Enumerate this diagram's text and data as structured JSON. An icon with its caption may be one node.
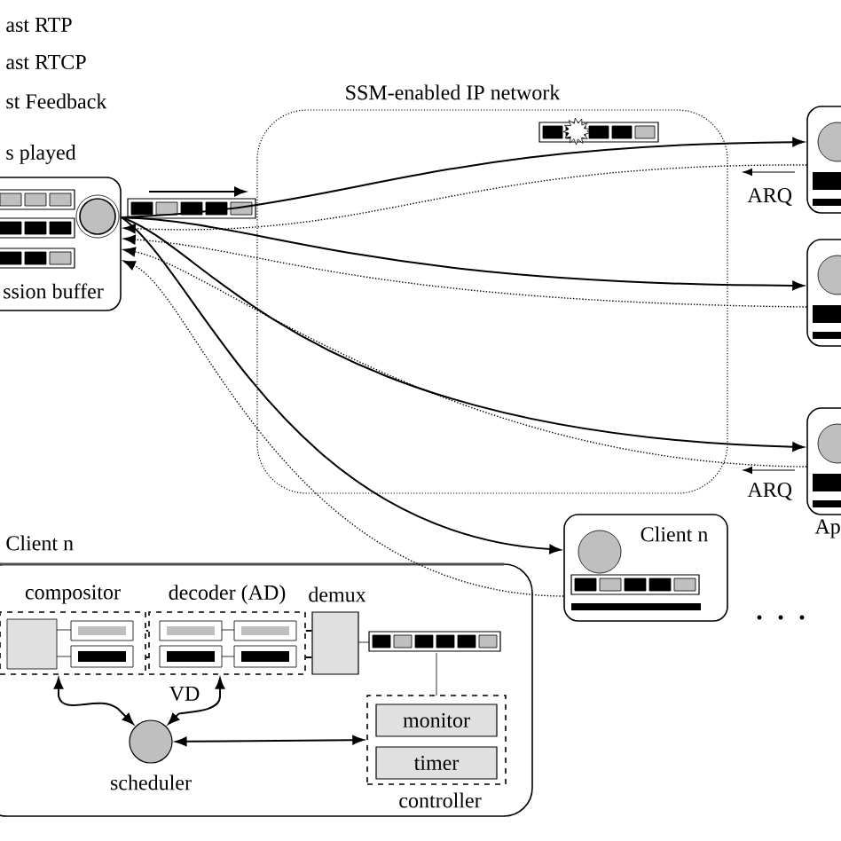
{
  "diagram": {
    "nodes": [
      {
        "text": [
          "ssion buffer"
        ]
      },
      {
        "text": [],
        "shape": "box"
      },
      {
        "text": [],
        "shape": "box"
      },
      {
        "text": [],
        "shape": "box",
        "beside": [
          "Ap"
        ]
      },
      {
        "text": [
          "Client n"
        ]
      },
      {
        "text": [
          "Client n"
        ]
      },
      {
        "text": [
          "compositor"
        ],
        "in": 5
      },
      {
        "text": [
          "decoder (AD)"
        ],
        "in": 5,
        "beside": [
          "VD"
        ]
      },
      {
        "text": [
          "demux"
        ],
        "in": 5
      },
      {
        "text": [
          "scheduler"
        ],
        "in": 5
      },
      {
        "text": [
          "controller"
        ],
        "in": 5
      },
      {
        "text": [
          "monitor"
        ],
        "in": 10
      },
      {
        "text": [
          "timer"
        ],
        "in": 10
      }
    ],
    "edges": [
      {
        "from": 0,
        "to": 1,
        "arrow": "to"
      },
      {
        "from": 0,
        "to": 2,
        "arrow": "to"
      },
      {
        "from": 0,
        "to": 3,
        "arrow": "to"
      },
      {
        "from": 0,
        "to": 4,
        "arrow": "to"
      },
      {
        "from": 1,
        "to": 0,
        "arrow": "to",
        "style": "dashed"
      },
      {
        "from": 2,
        "to": 0,
        "arrow": "to",
        "style": "dashed"
      },
      {
        "from": 3,
        "to": 0,
        "arrow": "to",
        "style": "dashed"
      },
      {
        "from": 4,
        "to": 0,
        "arrow": "to",
        "style": "dashed"
      },
      {
        "from": 6,
        "to": 9,
        "arrow": "both"
      },
      {
        "from": 7,
        "to": 9,
        "arrow": "both"
      },
      {
        "from": 9,
        "to": 10,
        "arrow": "both"
      },
      {
        "from": 8,
        "to": 7,
        "arrow": "none"
      },
      {
        "from": 7,
        "to": 6,
        "arrow": "none"
      }
    ],
    "labels": [
      "ast RTP",
      "ast RTCP",
      "st Feedback",
      "s played",
      "SSM-enabled IP network",
      "ARQ",
      "ARQ"
    ]
  }
}
